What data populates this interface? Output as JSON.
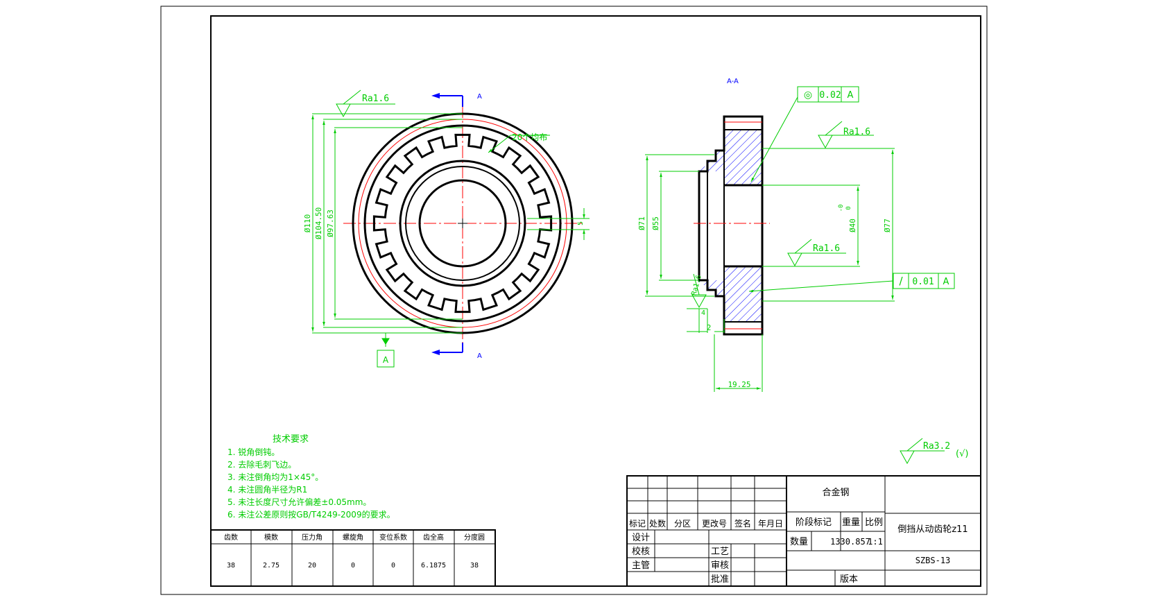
{
  "colors": {
    "outline": "#000000",
    "dimension": "#00cc00",
    "centerline": "#ff0000",
    "section_label": "#0000ff",
    "hatch": "#0000ff"
  },
  "front_view": {
    "section_mark_top": "A",
    "section_mark_bottom": "A",
    "datum_label": "A",
    "surface_roughness": "Ra1.6",
    "note_teeth": "20个均布",
    "dim_outer": "Ø110",
    "dim_second": "Ø104.50",
    "dim_third": "Ø97.63",
    "dim_tooth_width": "5"
  },
  "section_view": {
    "title": "A-A",
    "coaxiality_symbol": "◎",
    "coaxiality_value": "0.02",
    "coaxiality_datum": "A",
    "runout_symbol": "/",
    "runout_value": "0.01",
    "runout_datum": "A",
    "roughness_top": "Ra1.6",
    "roughness_bore": "Ra1.6",
    "roughness_side": "Ra1.6",
    "dim_71": "Ø71",
    "dim_55": "Ø55",
    "dim_40": "Ø40",
    "dim_40_tol_upper": "0",
    "dim_40_tol_lower": "-0",
    "dim_77": "Ø77",
    "dim_4": "4",
    "dim_2": "2",
    "dim_width": "19.25"
  },
  "general_roughness": {
    "value": "Ra3.2",
    "suffix": "(√)"
  },
  "tech_requirements": {
    "title": "技术要求",
    "items": [
      "1.  锐角倒钝。",
      "2.  去除毛刺飞边。",
      "3.  未注倒角均为1×45°。",
      "4.  未注圆角半径为R1",
      "5.  未注长度尺寸允许偏差±0.05mm。",
      "6.  未注公差原则按GB/T4249-2009的要求。"
    ]
  },
  "gear_params": {
    "headers": [
      "齿数",
      "模数",
      "压力角",
      "螺旋角",
      "变位系数",
      "齿全高",
      "分度圆"
    ],
    "values": [
      "38",
      "2.75",
      "20",
      "0",
      "0",
      "6.1875",
      "38"
    ]
  },
  "title_block": {
    "material": "合金钢",
    "part_name": "倒挡从动齿轮z11",
    "drawing_no": "SZBS-13",
    "rev_headers": [
      "标记",
      "处数",
      "分区",
      "更改号",
      "签名",
      "年月日"
    ],
    "design": "设计",
    "check": "校核",
    "chief": "主管",
    "process": "工艺",
    "review": "审核",
    "approve": "批准",
    "stage_mark": "阶段标记",
    "weight": "重量",
    "scale": "比例",
    "quantity": "数量",
    "weight_value": "1330.857",
    "scale_value": "1:1",
    "version": "版本"
  }
}
